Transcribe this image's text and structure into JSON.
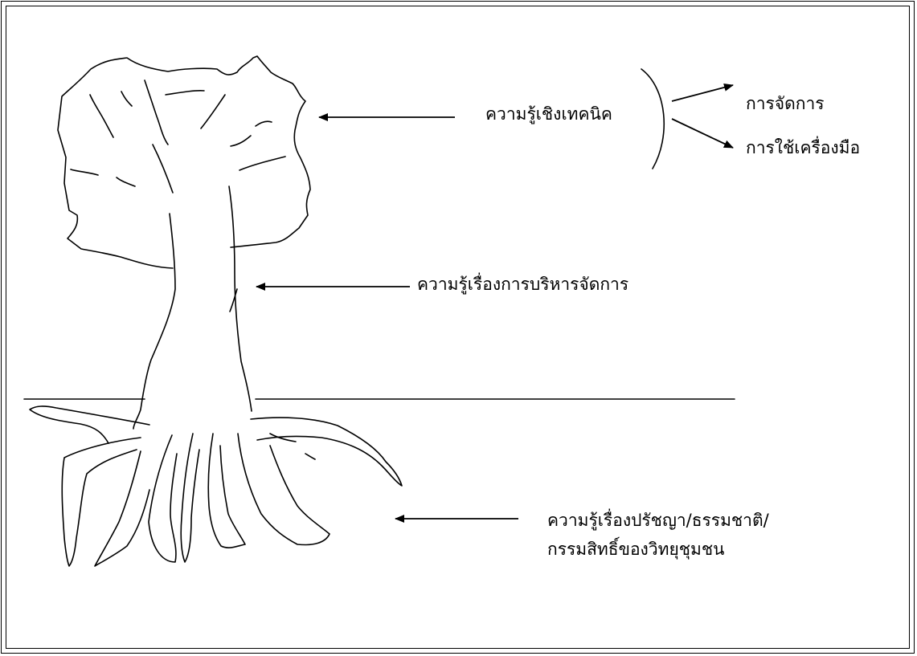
{
  "canopy_label": "ความรู้เชิงเทคนิค",
  "branch_labels": [
    "การจัดการ",
    "การใช้เครื่องมือ"
  ],
  "trunk_label": "ความรู้เรื่องการบริหารจัดการ",
  "root_label_lines": [
    "ความรู้เรื่องปรัชญา/ธรรมชาติ/",
    "กรรมสิทธิ์ของวิทยุชุมชน"
  ],
  "colors": {
    "ink": "#000000",
    "background": "#ffffff"
  }
}
